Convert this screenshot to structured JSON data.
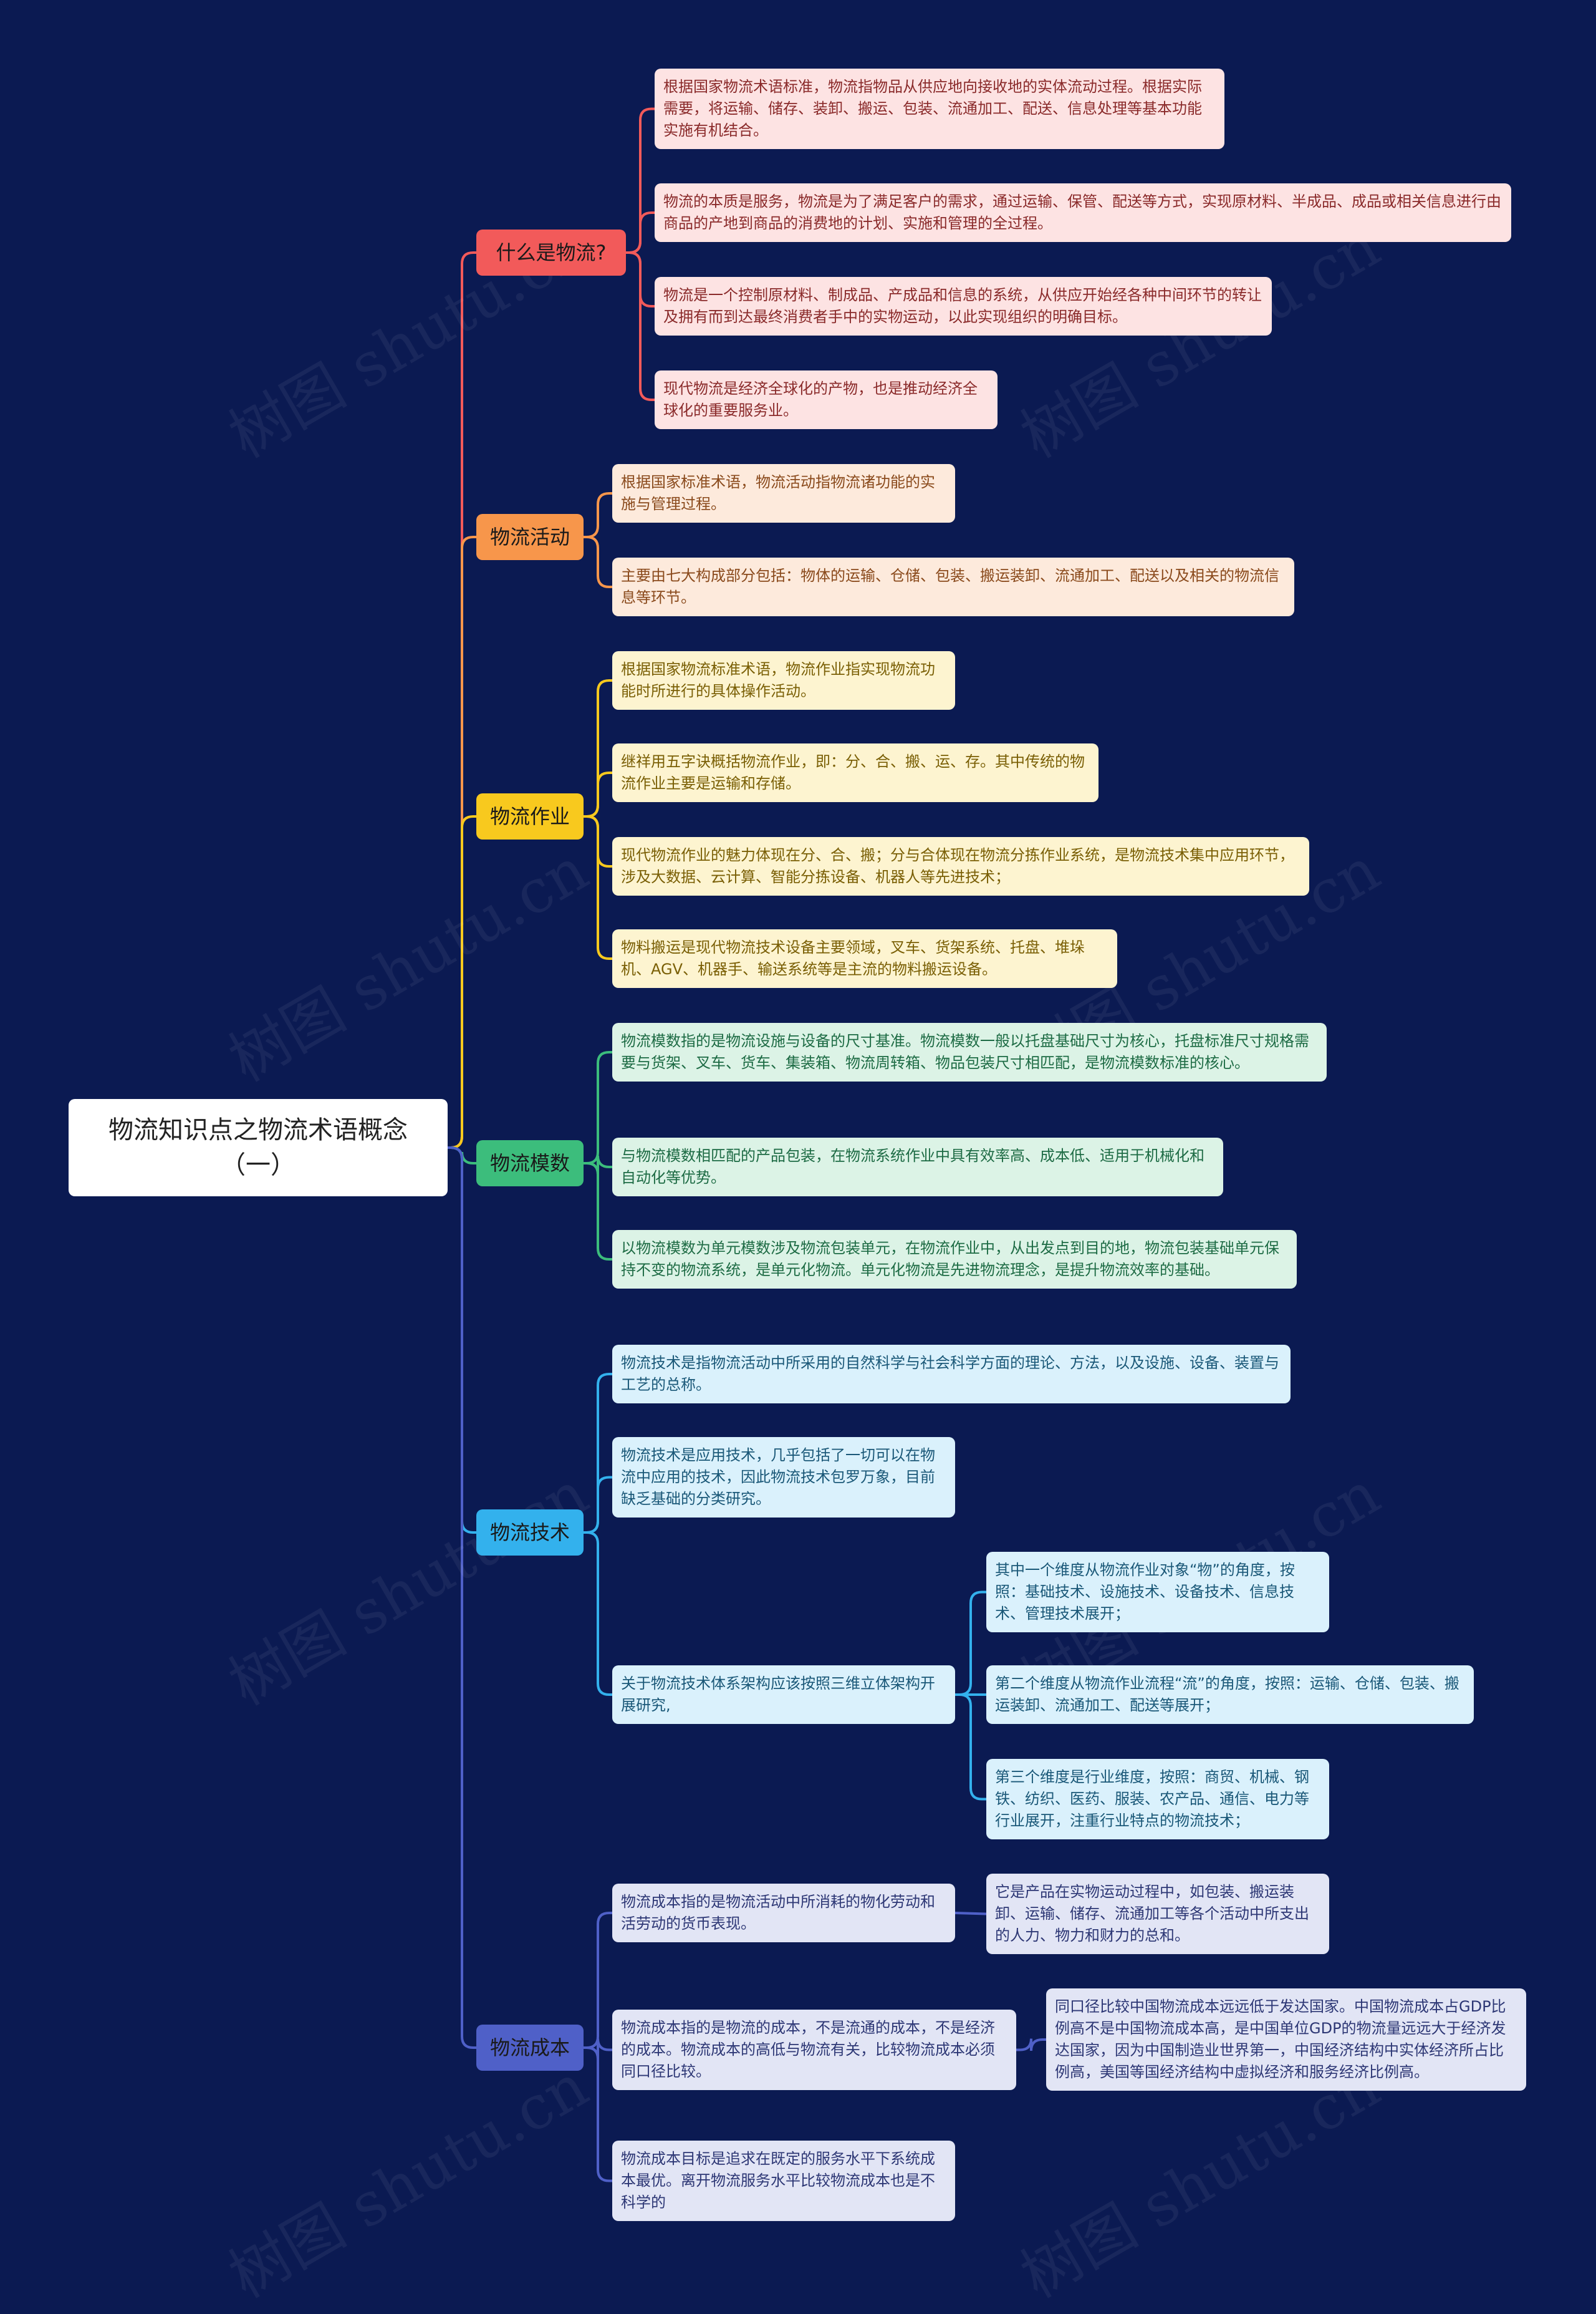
{
  "root": "物流知识点之物流术语概念（一）",
  "watermark": "树图 shutu.cn",
  "colors": {
    "background": "#0b1a52",
    "red": "#f25a5a",
    "orange": "#f7964b",
    "yellow": "#f8c91e",
    "green": "#3cbd7c",
    "blue": "#33b1ed",
    "indigo": "#4f60c8"
  },
  "branches": [
    {
      "label": "什么是物流?",
      "items": [
        {
          "text": "根据国家物流术语标准，物流指物品从供应地向接收地的实体流动过程。根据实际需要，将运输、储存、装卸、搬运、包装、流通加工、配送、信息处理等基本功能实施有机结合。"
        },
        {
          "text": "物流的本质是服务，物流是为了满足客户的需求，通过运输、保管、配送等方式，实现原材料、半成品、成品或相关信息进行由商品的产地到商品的消费地的计划、实施和管理的全过程。"
        },
        {
          "text": "物流是一个控制原材料、制成品、产成品和信息的系统，从供应开始经各种中间环节的转让及拥有而到达最终消费者手中的实物运动，以此实现组织的明确目标。"
        },
        {
          "text": "现代物流是经济全球化的产物，也是推动经济全球化的重要服务业。"
        }
      ]
    },
    {
      "label": "物流活动",
      "items": [
        {
          "text": "根据国家标准术语，物流活动指物流诸功能的实施与管理过程。"
        },
        {
          "text": "主要由七大构成部分包括：物体的运输、仓储、包装、搬运装卸、流通加工、配送以及相关的物流信息等环节。"
        }
      ]
    },
    {
      "label": "物流作业",
      "items": [
        {
          "text": "根据国家物流标准术语，物流作业指实现物流功能时所进行的具体操作活动。"
        },
        {
          "text": "继祥用五字诀概括物流作业，即：分、合、搬、运、存。其中传统的物流作业主要是运输和存储。"
        },
        {
          "text": "现代物流作业的魅力体现在分、合、搬；分与合体现在物流分拣作业系统，是物流技术集中应用环节，涉及大数据、云计算、智能分拣设备、机器人等先进技术；"
        },
        {
          "text": "物料搬运是现代物流技术设备主要领域，叉车、货架系统、托盘、堆垛机、AGV、机器手、输送系统等是主流的物料搬运设备。"
        }
      ]
    },
    {
      "label": "物流模数",
      "items": [
        {
          "text": "物流模数指的是物流设施与设备的尺寸基准。物流模数一般以托盘基础尺寸为核心，托盘标准尺寸规格需要与货架、叉车、货车、集装箱、物流周转箱、物品包装尺寸相匹配，是物流模数标准的核心。"
        },
        {
          "text": "与物流模数相匹配的产品包装，在物流系统作业中具有效率高、成本低、适用于机械化和自动化等优势。"
        },
        {
          "text": "以物流模数为单元模数涉及物流包装单元，在物流作业中，从出发点到目的地，物流包装基础单元保持不变的物流系统，是单元化物流。单元化物流是先进物流理念，是提升物流效率的基础。"
        }
      ]
    },
    {
      "label": "物流技术",
      "items": [
        {
          "text": "物流技术是指物流活动中所采用的自然科学与社会科学方面的理论、方法，以及设施、设备、装置与工艺的总称。"
        },
        {
          "text": "物流技术是应用技术，几乎包括了一切可以在物流中应用的技术，因此物流技术包罗万象，目前缺乏基础的分类研究。"
        },
        {
          "text": "关于物流技术体系架构应该按照三维立体架构开展研究,",
          "children": [
            {
              "text": "其中一个维度从物流作业对象“物”的角度，按照：基础技术、设施技术、设备技术、信息技术、管理技术展开；"
            },
            {
              "text": "第二个维度从物流作业流程“流”的角度，按照：运输、仓储、包装、搬运装卸、流通加工、配送等展开；"
            },
            {
              "text": "第三个维度是行业维度，按照：商贸、机械、钢铁、纺织、医药、服装、农产品、通信、电力等行业展开，注重行业特点的物流技术；"
            }
          ]
        }
      ]
    },
    {
      "label": "物流成本",
      "items": [
        {
          "text": "物流成本指的是物流活动中所消耗的物化劳动和活劳动的货币表现。",
          "children": [
            {
              "text": "它是产品在实物运动过程中，如包装、搬运装卸、运输、储存、流通加工等各个活动中所支出的人力、物力和财力的总和。"
            }
          ]
        },
        {
          "text": "物流成本指的是物流的成本，不是流通的成本，不是经济的成本。物流成本的高低与物流有关，比较物流成本必须同口径比较。",
          "children": [
            {
              "text": "同口径比较中国物流成本远远低于发达国家。中国物流成本占GDP比例高不是中国物流成本高，是中国单位GDP的物流量远远大于经济发达国家，因为中国制造业世界第一，中国经济结构中实体经济所占比例高，美国等国经济结构中虚拟经济和服务经济比例高。"
            }
          ]
        },
        {
          "text": "物流成本目标是追求在既定的服务水平下系统成本最优。离开物流服务水平比较物流成本也是不科学的"
        }
      ]
    }
  ]
}
